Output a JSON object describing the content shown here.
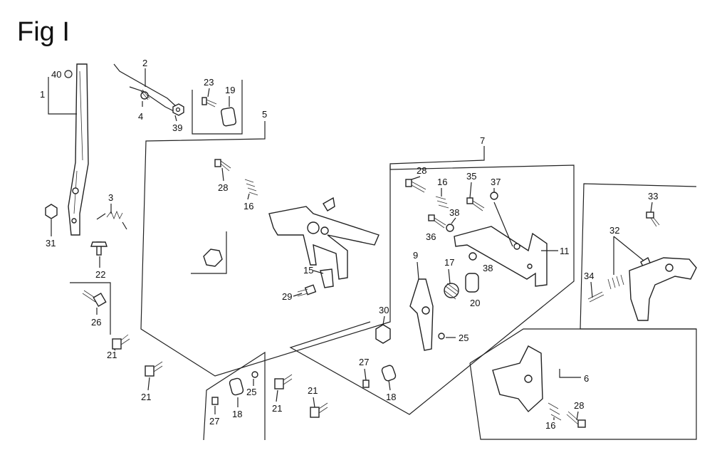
{
  "figure": {
    "title": "Fig I"
  },
  "labels": {
    "l1": "1",
    "l2": "2",
    "l3": "3",
    "l4": "4",
    "l5": "5",
    "l6": "6",
    "l7": "7",
    "l9": "9",
    "l11": "11",
    "l15": "15",
    "l16a": "16",
    "l16b": "16",
    "l16c": "16",
    "l17": "17",
    "l18a": "18",
    "l18b": "18",
    "l19": "19",
    "l20": "20",
    "l21a": "21",
    "l21b": "21",
    "l21c": "21",
    "l21d": "21",
    "l22": "22",
    "l23": "23",
    "l25a": "25",
    "l25b": "25",
    "l26": "26",
    "l27a": "27",
    "l27b": "27",
    "l28a": "28",
    "l28b": "28",
    "l28c": "28",
    "l29": "29",
    "l30": "30",
    "l31": "31",
    "l32": "32",
    "l33": "33",
    "l34": "34",
    "l35": "35",
    "l36": "36",
    "l37": "37",
    "l38a": "38",
    "l38b": "38",
    "l39": "39",
    "l40": "40"
  }
}
